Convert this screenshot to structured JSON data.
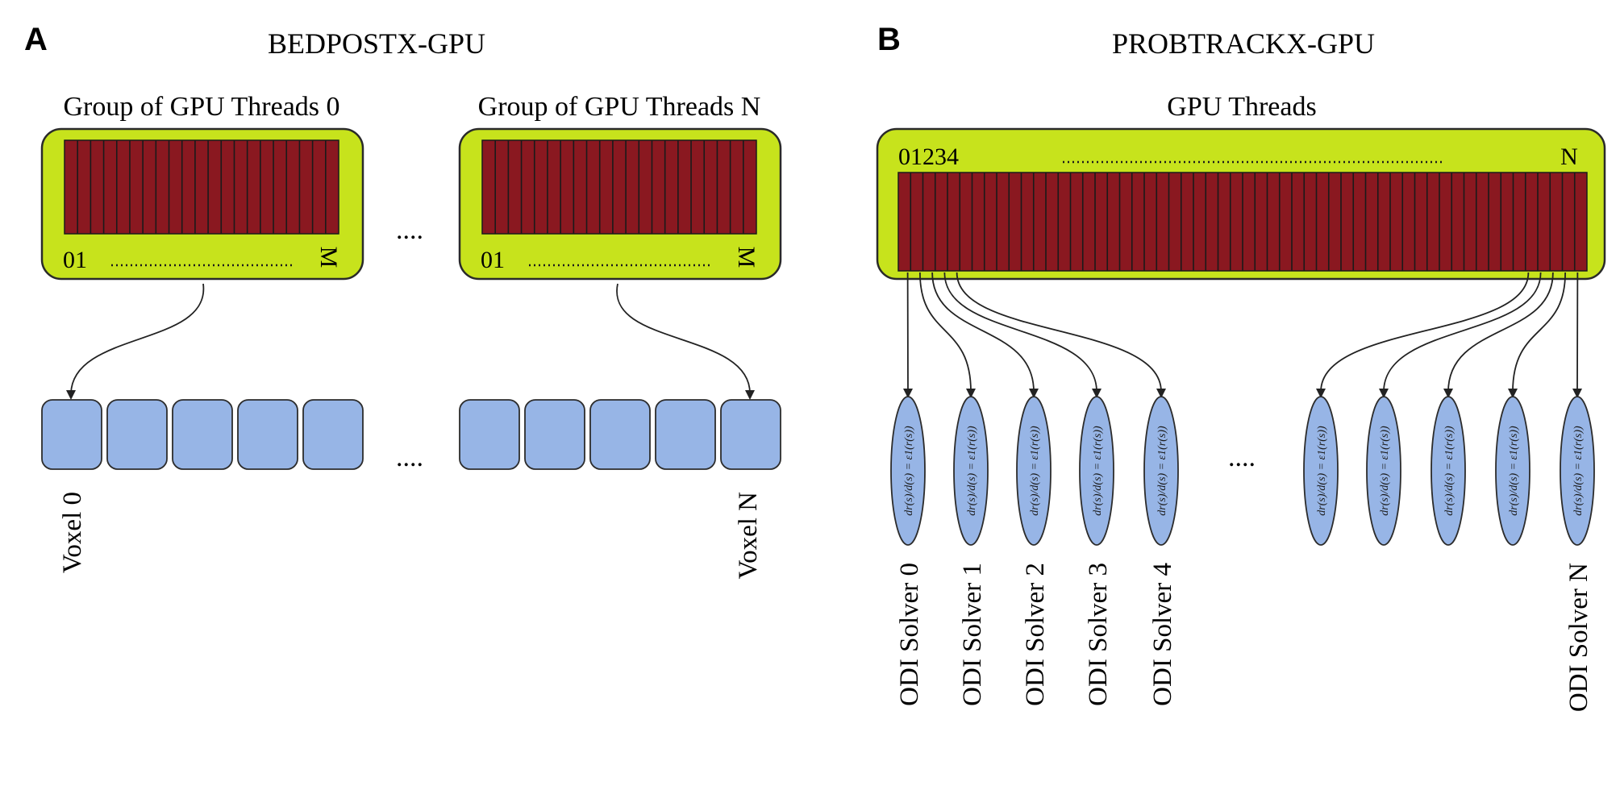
{
  "panel_a": {
    "letter": "A",
    "title": "BEDPOSTX-GPU",
    "group_first": {
      "label": "Group of GPU Threads 0",
      "index_start": "01",
      "index_end": "M"
    },
    "group_last": {
      "label": "Group of GPU Threads N",
      "index_start": "01",
      "index_end": "M"
    },
    "ellipsis_groups": "....",
    "ellipsis_voxels": "....",
    "voxel_first_label": "Voxel 0",
    "voxel_last_label": "Voxel N",
    "threads_per_group_drawn": 21,
    "voxels_per_group_drawn": 5
  },
  "panel_b": {
    "letter": "B",
    "title": "PROBTRACKX-GPU",
    "threads_label": "GPU Threads",
    "index_start": "01234",
    "index_end": "N",
    "threads_drawn": 56,
    "ellipsis": "....",
    "solver_labels": [
      "ODI Solver 0",
      "ODI Solver 1",
      "ODI Solver 2",
      "ODI Solver 3",
      "ODI Solver 4",
      "ODI Solver N"
    ],
    "solver_formula": "dr(s)/d(s) = ε1(r(s))",
    "solvers_left_drawn": 5,
    "solvers_right_drawn": 5
  },
  "colors": {
    "group_box": "#c7e31c",
    "thread": "#8a1820",
    "voxel": "#97b5e6",
    "solver": "#97b5e6"
  }
}
